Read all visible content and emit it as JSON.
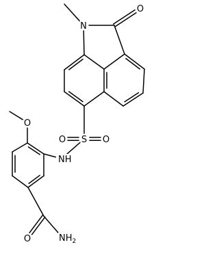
{
  "molecule": {
    "atoms": [
      {
        "id": "methyl_n",
        "label": ""
      },
      {
        "id": "n1",
        "label": "N"
      },
      {
        "id": "c2",
        "label": ""
      },
      {
        "id": "o_keto",
        "label": "O"
      },
      {
        "id": "c2a",
        "label": ""
      },
      {
        "id": "c3",
        "label": ""
      },
      {
        "id": "c4",
        "label": ""
      },
      {
        "id": "c5",
        "label": ""
      },
      {
        "id": "c5a",
        "label": ""
      },
      {
        "id": "c8b",
        "label": ""
      },
      {
        "id": "c8a",
        "label": ""
      },
      {
        "id": "c8",
        "label": ""
      },
      {
        "id": "c7",
        "label": ""
      },
      {
        "id": "c6",
        "label": ""
      },
      {
        "id": "s",
        "label": "S"
      },
      {
        "id": "o_s1",
        "label": "O"
      },
      {
        "id": "o_s2",
        "label": "O"
      },
      {
        "id": "nh",
        "label": "NH"
      },
      {
        "id": "b1",
        "label": ""
      },
      {
        "id": "b2",
        "label": ""
      },
      {
        "id": "b3",
        "label": ""
      },
      {
        "id": "b4",
        "label": ""
      },
      {
        "id": "b5",
        "label": ""
      },
      {
        "id": "b6",
        "label": ""
      },
      {
        "id": "o_me",
        "label": "O"
      },
      {
        "id": "methyl_o",
        "label": ""
      },
      {
        "id": "c_amide",
        "label": ""
      },
      {
        "id": "o_amide",
        "label": "O"
      },
      {
        "id": "n_amide",
        "label": "NH2"
      }
    ],
    "bonds": [
      {
        "a": "methyl_n",
        "b": "n1",
        "order": 1
      },
      {
        "a": "n1",
        "b": "c2",
        "order": 1
      },
      {
        "a": "c2",
        "b": "o_keto",
        "order": 2
      },
      {
        "a": "c2",
        "b": "c2a",
        "order": 1
      },
      {
        "a": "c2a",
        "b": "c3",
        "order": 2
      },
      {
        "a": "c3",
        "b": "c4",
        "order": 1
      },
      {
        "a": "c4",
        "b": "c5",
        "order": 2
      },
      {
        "a": "c5",
        "b": "c5a",
        "order": 1
      },
      {
        "a": "c5a",
        "b": "c8b",
        "order": 2
      },
      {
        "a": "c8b",
        "b": "c2a",
        "order": 1
      },
      {
        "a": "c8b",
        "b": "c8a",
        "order": 1
      },
      {
        "a": "c8a",
        "b": "n1",
        "order": 1
      },
      {
        "a": "c8a",
        "b": "c8",
        "order": 2
      },
      {
        "a": "c8",
        "b": "c7",
        "order": 1
      },
      {
        "a": "c7",
        "b": "c6",
        "order": 2
      },
      {
        "a": "c6",
        "b": "c5a",
        "order": 1
      },
      {
        "a": "c6",
        "b": "s",
        "order": 1
      },
      {
        "a": "s",
        "b": "o_s1",
        "order": 2
      },
      {
        "a": "s",
        "b": "o_s2",
        "order": 2
      },
      {
        "a": "s",
        "b": "nh",
        "order": 1
      },
      {
        "a": "nh",
        "b": "b1",
        "order": 1
      },
      {
        "a": "b1",
        "b": "b2",
        "order": 2
      },
      {
        "a": "b2",
        "b": "b3",
        "order": 1
      },
      {
        "a": "b3",
        "b": "b4",
        "order": 2
      },
      {
        "a": "b4",
        "b": "b5",
        "order": 1
      },
      {
        "a": "b5",
        "b": "b6",
        "order": 2
      },
      {
        "a": "b6",
        "b": "b1",
        "order": 1
      },
      {
        "a": "b2",
        "b": "o_me",
        "order": 1
      },
      {
        "a": "o_me",
        "b": "methyl_o",
        "order": 1
      },
      {
        "a": "b5",
        "b": "c_amide",
        "order": 1
      },
      {
        "a": "c_amide",
        "b": "o_amide",
        "order": 2
      },
      {
        "a": "c_amide",
        "b": "n_amide",
        "order": 1
      }
    ]
  }
}
